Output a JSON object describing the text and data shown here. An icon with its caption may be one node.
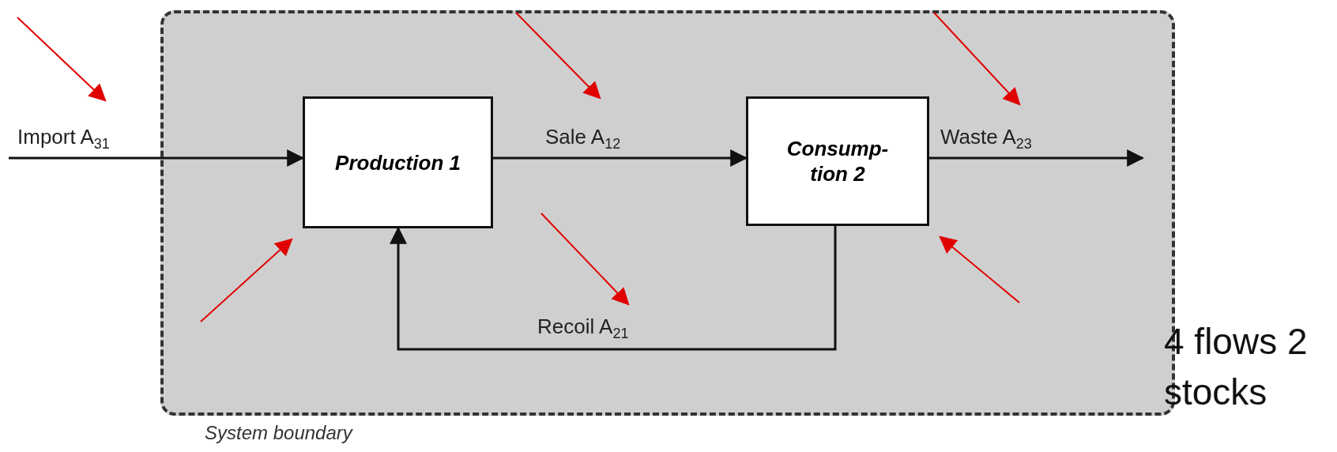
{
  "diagram": {
    "nodes": [
      {
        "text": [
          "System boundary"
        ]
      },
      {
        "text": [
          "Production 1"
        ],
        "in": 0
      },
      {
        "text": [
          "Consump- tion 2"
        ],
        "in": 0
      }
    ],
    "edges": [
      {
        "from": null,
        "to": 1,
        "arrow": "to",
        "label": "Import A$_{31}$"
      },
      {
        "from": 1,
        "to": 2,
        "arrow": "to",
        "label": "Sale A$_{12}$"
      },
      {
        "from": 2,
        "to": null,
        "arrow": "to",
        "label": "Waste A$_{23}$"
      },
      {
        "from": 2,
        "to": 1,
        "arrow": "to",
        "label": "Recoil A$_{21}$"
      },
      {
        "from": null,
        "to": 1,
        "arrow": "to",
        "color": "#e00000"
      },
      {
        "from": null,
        "to": 2,
        "arrow": "to",
        "color": "#e00000"
      }
    ],
    "labels": [
      "4 flows 2 stocks"
    ]
  }
}
